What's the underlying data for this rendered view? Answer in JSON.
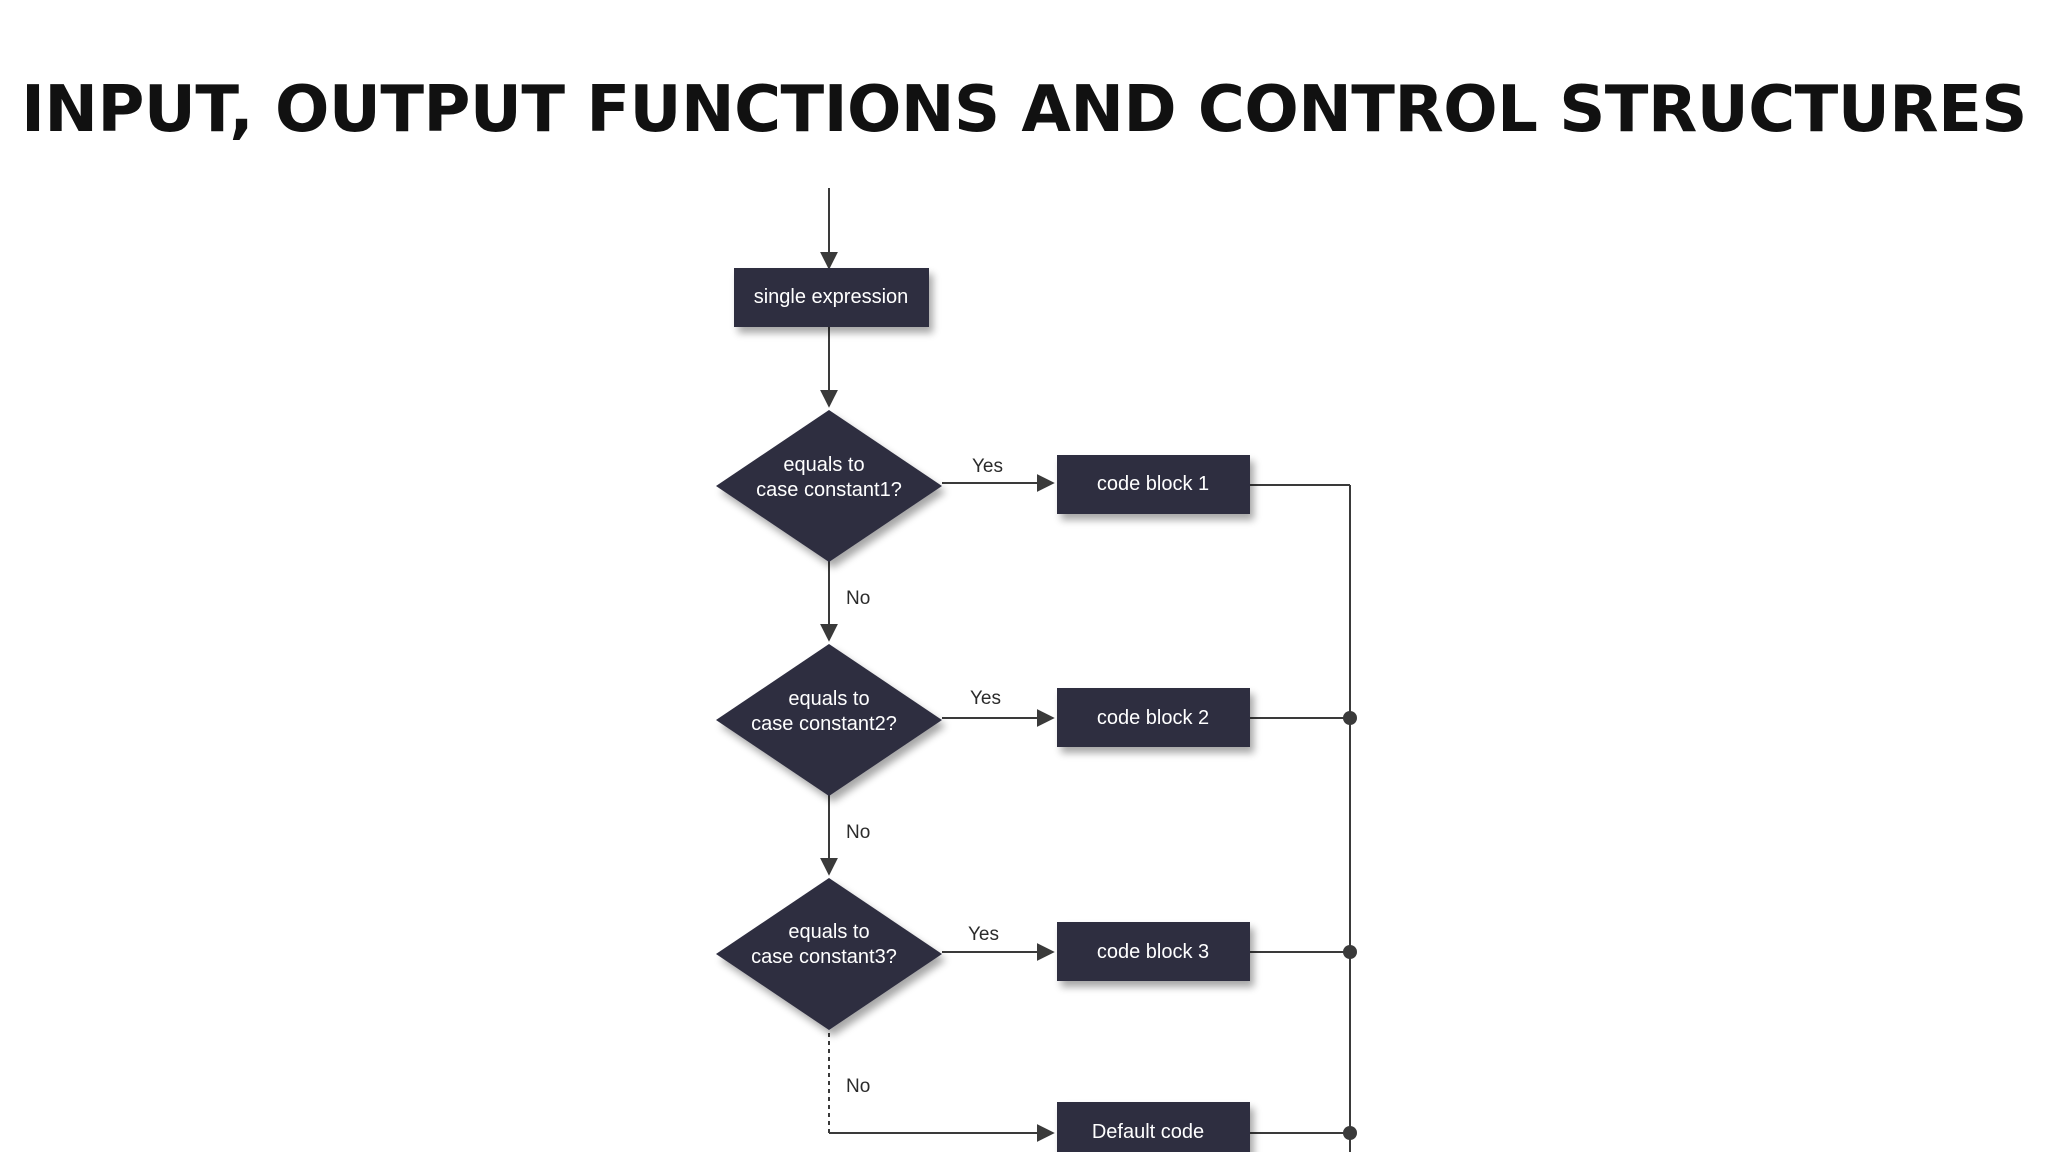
{
  "title": "INPUT, OUTPUT FUNCTIONS AND CONTROL STRUCTURES",
  "colors": {
    "node_fill": "#2e2d40",
    "line": "#3a3a3a",
    "title": "#111111",
    "background": "#ffffff"
  },
  "flowchart": {
    "start": "single expression",
    "decisions": [
      {
        "line1": "equals to",
        "line2": "case  constant1?",
        "yes": "Yes",
        "no": "No"
      },
      {
        "line1": "equals to",
        "line2": "case  constant2?",
        "yes": "Yes",
        "no": "No"
      },
      {
        "line1": "equals to",
        "line2": "case  constant3?",
        "yes": "Yes",
        "no": "No"
      }
    ],
    "blocks": [
      "code block 1",
      "code block 2",
      "code block 3",
      "Default code"
    ]
  }
}
